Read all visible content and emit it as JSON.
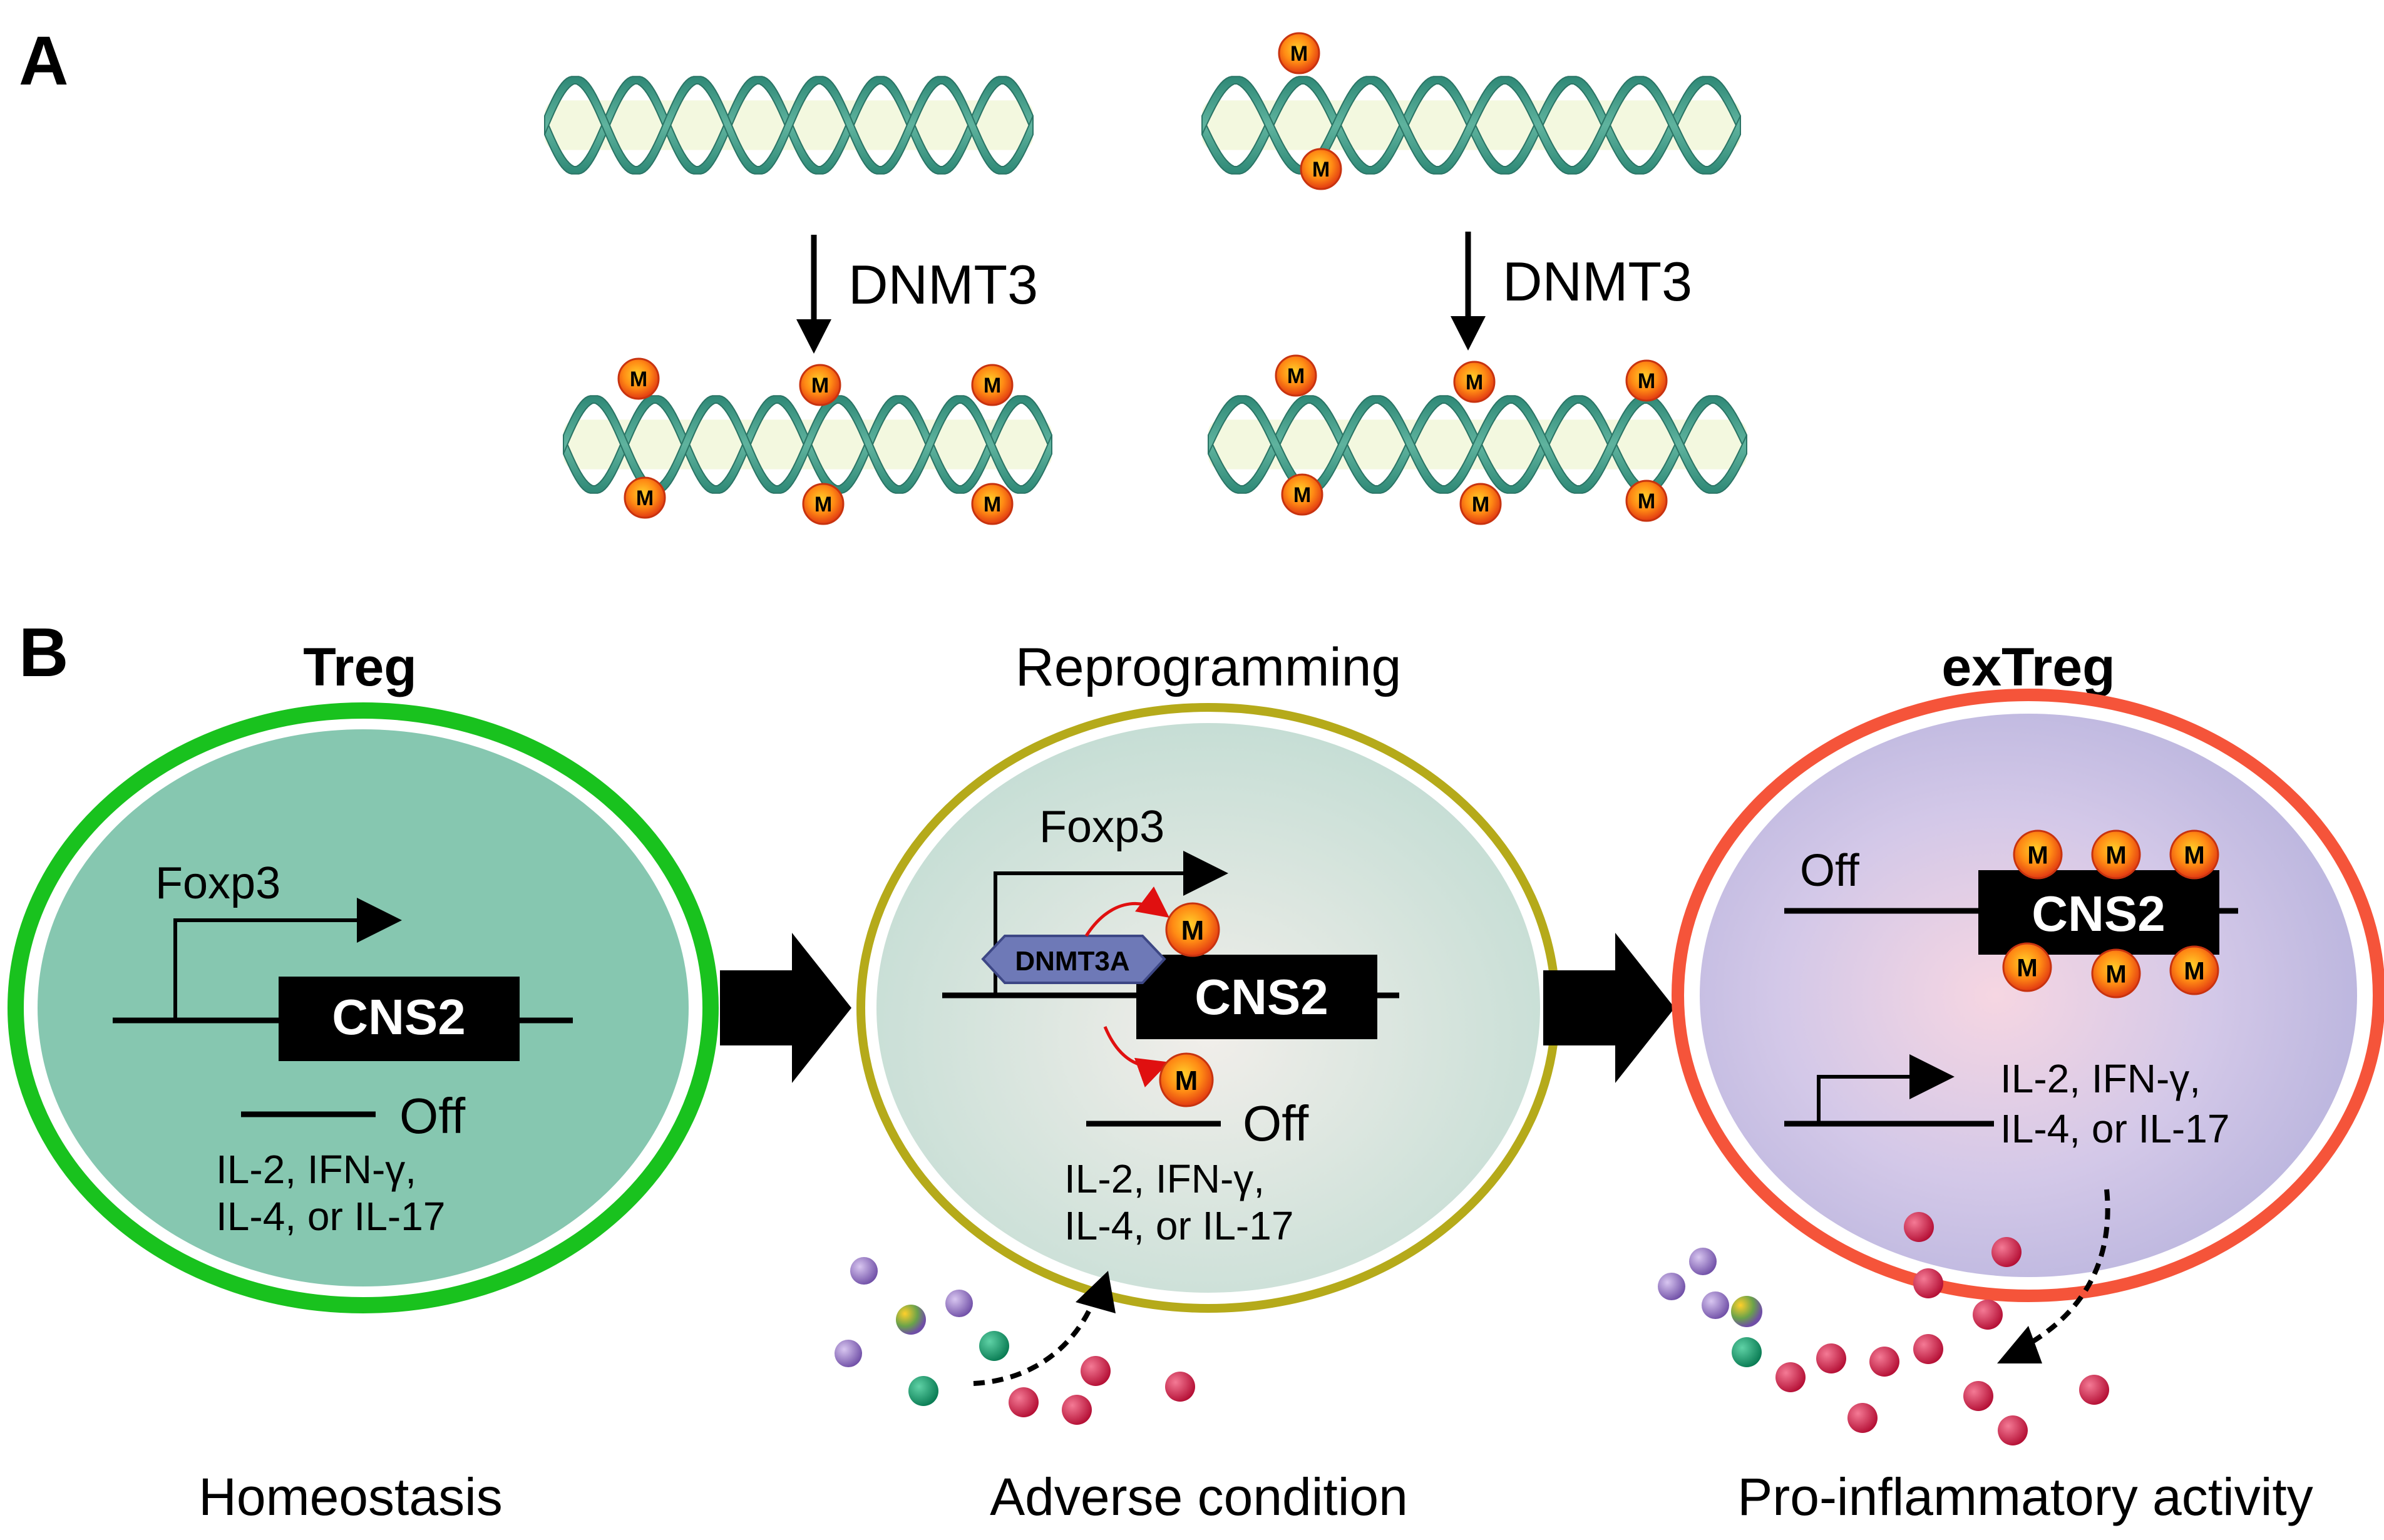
{
  "panelA": {
    "label": "A",
    "methyl_mark": "M",
    "arrow_left_label": "DNMT3",
    "arrow_right_label": "DNMT3"
  },
  "panelB": {
    "label": "B",
    "treg": {
      "title": "Treg",
      "gene": "Foxp3",
      "element": "CNS2",
      "off_label": "Off",
      "cytokines_line1": "IL-2, IFN-γ,",
      "cytokines_line2": "IL-4, or IL-17",
      "footer": "Homeostasis"
    },
    "reprogramming": {
      "title": "Reprogramming",
      "gene": "Foxp3",
      "enzyme": "DNMT3A",
      "element": "CNS2",
      "methyl_mark": "M",
      "off_label": "Off",
      "cytokines_line1": "IL-2, IFN-γ,",
      "cytokines_line2": "IL-4, or IL-17",
      "footer": "Adverse condition"
    },
    "extreg": {
      "title": "exTreg",
      "off_label": "Off",
      "element": "CNS2",
      "methyl_mark": "M",
      "cytokines_line1": "IL-2, IFN-γ,",
      "cytokines_line2": "IL-4, or IL-17",
      "footer": "Pro-inflammatory activity"
    }
  },
  "colors": {
    "helix": "#3f9a88",
    "helix_light": "#eaf2c4",
    "methyl_fill": "#f05a14",
    "methyl_core": "#ffb21e",
    "treg_ring": "#19c21e",
    "treg_fill": "#86c7b0",
    "reprog_ring": "#b5aa1a",
    "reprog_fill": "#cfe3dc",
    "extreg_ring": "#f5543a",
    "extreg_fill": "#c7c0e4",
    "enzyme": "#6e79b7",
    "cytokine_red": "#c8163f",
    "cytokine_purple": "#8b6bb8",
    "cytokine_green": "#0b9a6a"
  }
}
